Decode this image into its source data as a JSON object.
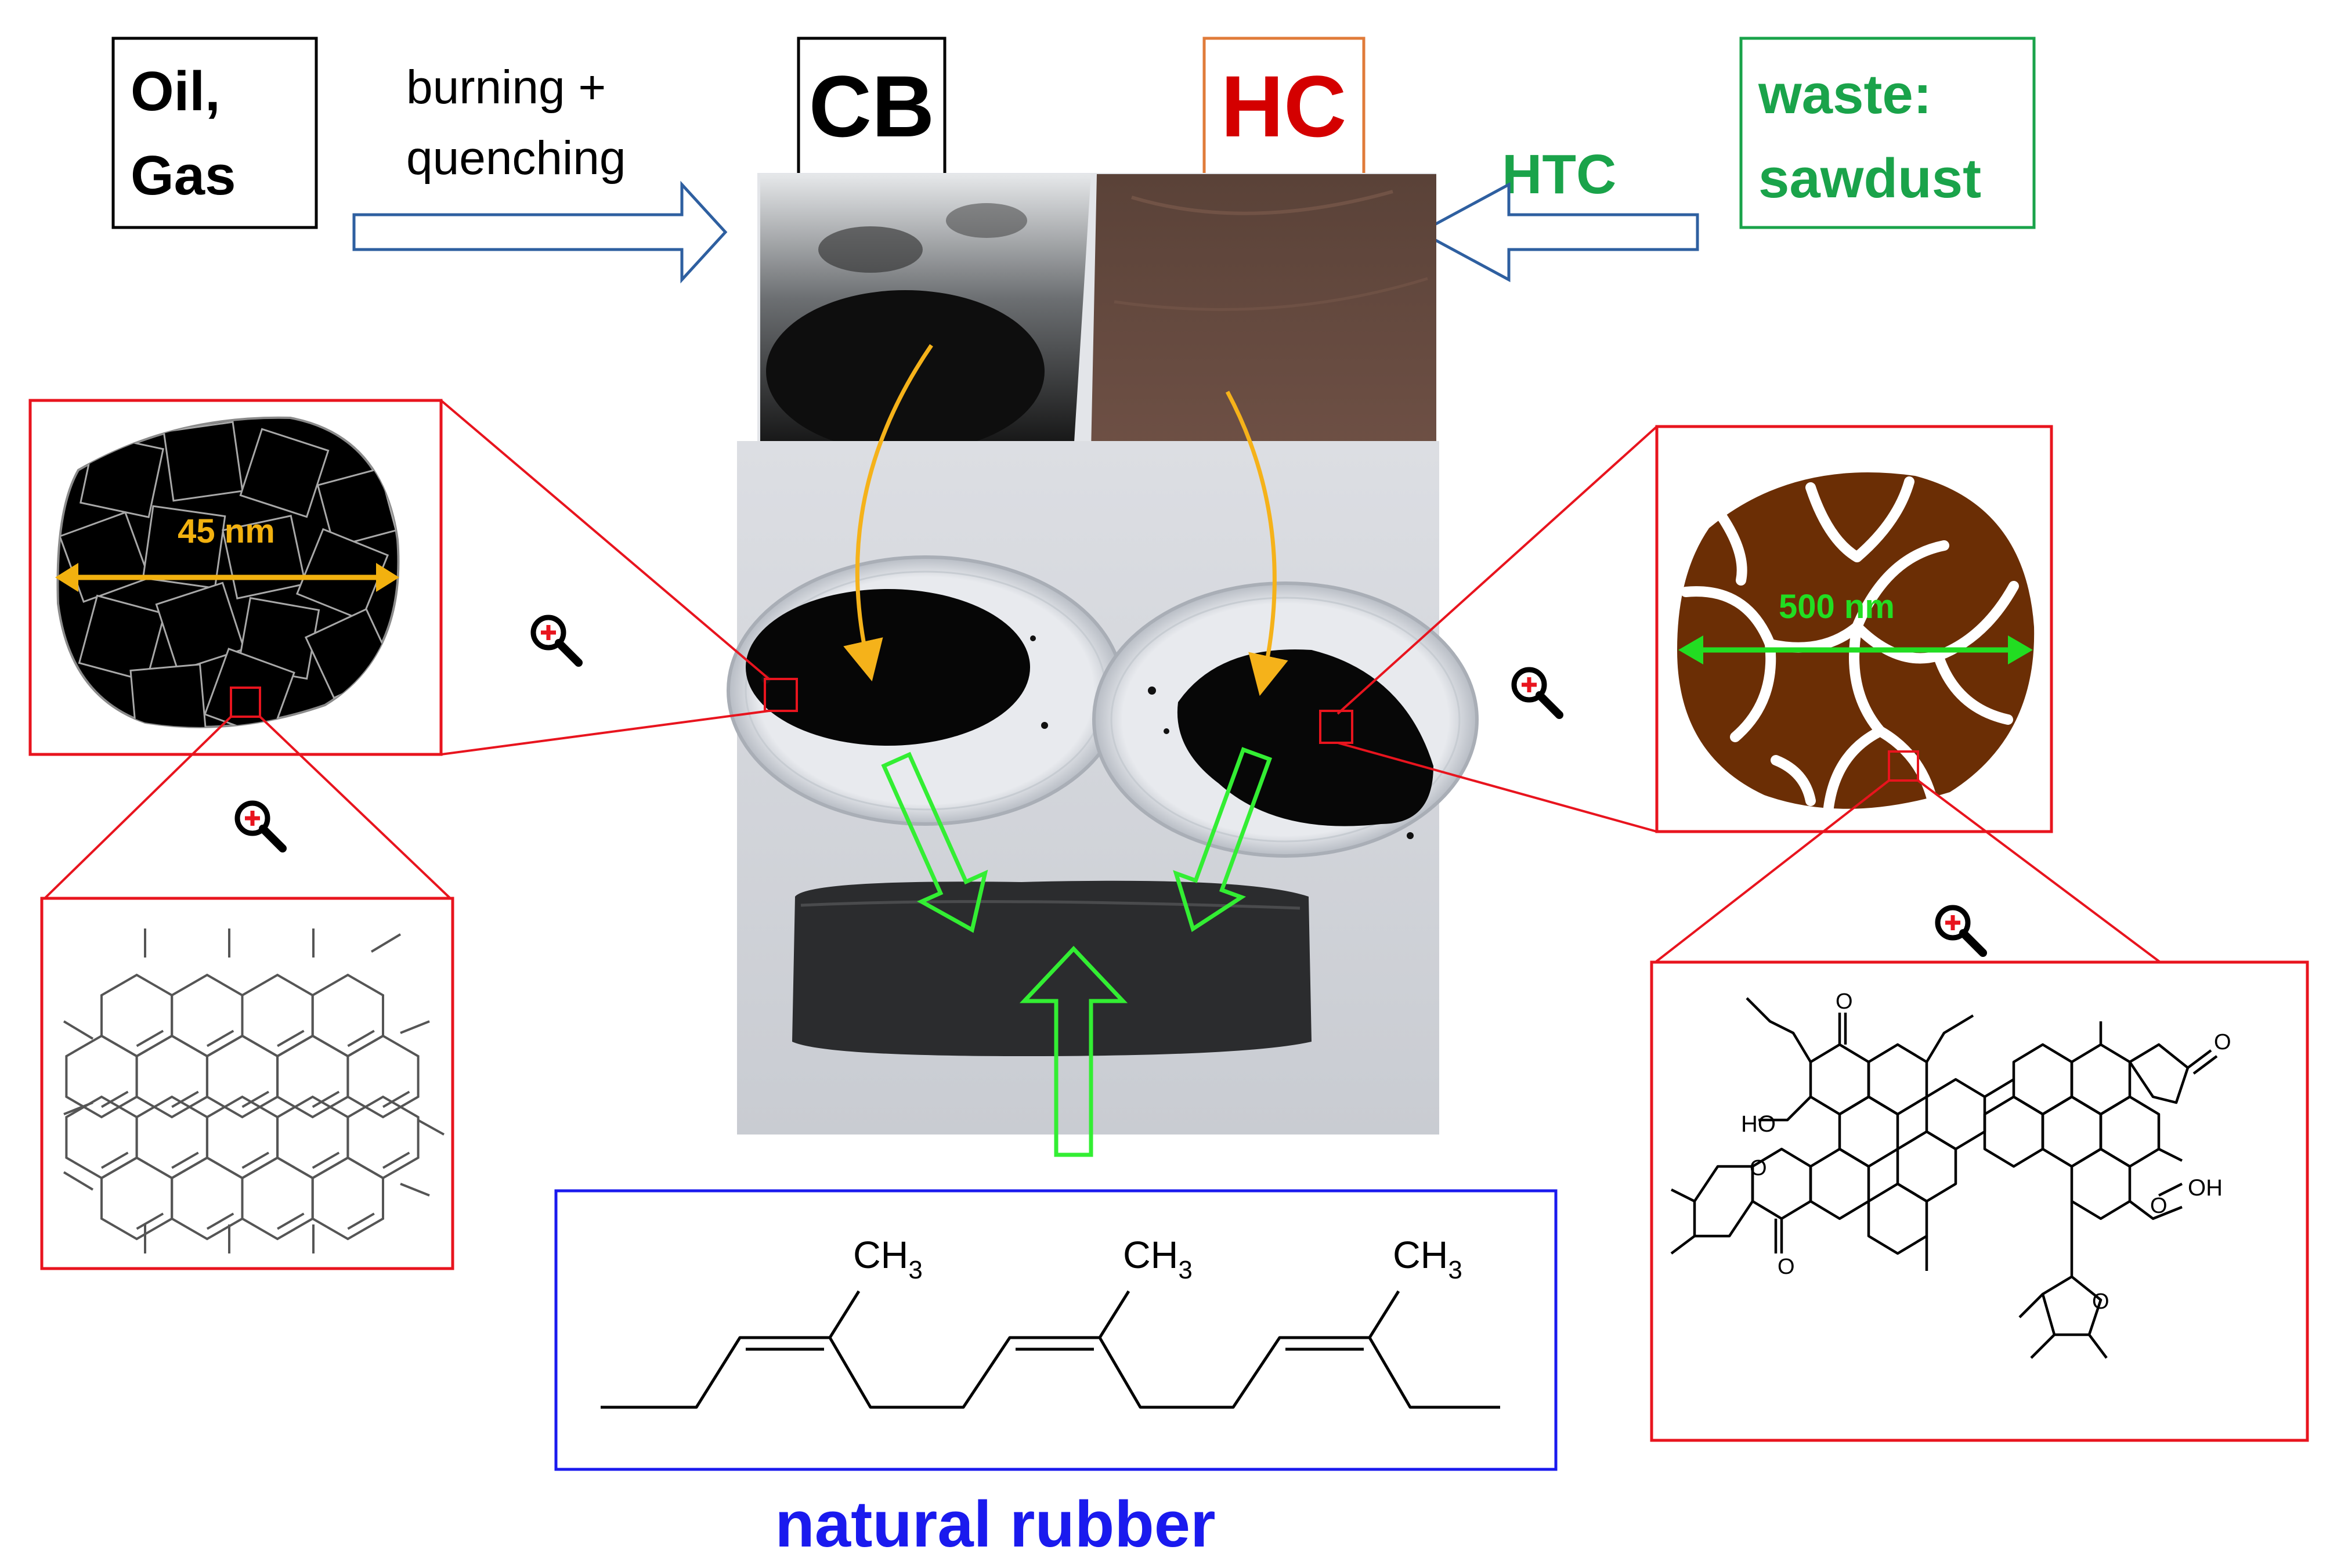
{
  "sources": {
    "oil_gas": {
      "line1": "Oil,",
      "line2": "Gas"
    },
    "process_left": {
      "line1": "burning +",
      "line2": "quenching"
    },
    "waste": {
      "line1": "waste:",
      "line2": "sawdust"
    },
    "process_right": "HTC"
  },
  "products": {
    "cb": "CB",
    "hc": "HC"
  },
  "particles": {
    "cb_size": "45 nm",
    "hc_size": "500 nm"
  },
  "rubber": {
    "title": "natural rubber",
    "methyl_label": "CH",
    "methyl_sub": "3"
  },
  "hc_structure": {
    "hydroxyl_left": "HO",
    "hydroxyl_right": "OH",
    "oxygen": "O"
  },
  "colors": {
    "cb_text": "#000000",
    "hc_text": "#d40000",
    "hc_border": "#e07b39",
    "waste_green": "#1aa34a",
    "rubber_blue": "#1a1aee",
    "zoom_red": "#e8141e",
    "size_orange": "#f2b10f",
    "size_green": "#22dd22",
    "hc_brown": "#6b2e05",
    "process_arrow_blue": "#2e5fa0",
    "flow_orange": "#f5b21a",
    "flow_green": "#33ee33"
  },
  "icons": [
    "magnifier-zoom-icon"
  ]
}
